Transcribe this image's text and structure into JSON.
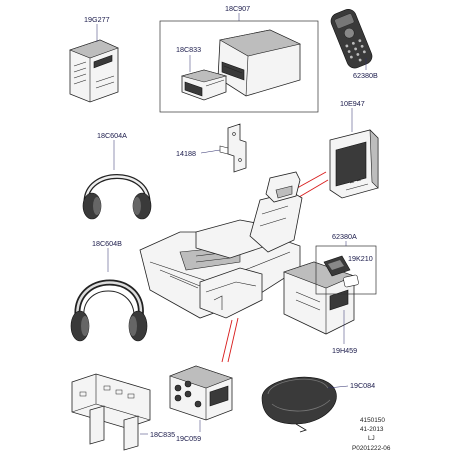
{
  "callouts": {
    "ecu_module": "19G277",
    "dvd_changer": "18C907",
    "dvd_small_unit": "18C833",
    "remote_control": "62380B",
    "bracket_clip": "14188",
    "headrest_screen": "10E947",
    "headphones_wireless_a": "18C604A",
    "headphones_wireless_b": "18C604B",
    "remote_small": "62380A",
    "console_module": "19K210",
    "console_unit": "19H459",
    "mounting_bracket": "18C835",
    "connector_box": "19C059",
    "headphone_case": "19C084"
  },
  "reference": {
    "line1": "4150150",
    "line2": "41-2013",
    "line3": "LJ",
    "line4": "P0201222-06"
  }
}
